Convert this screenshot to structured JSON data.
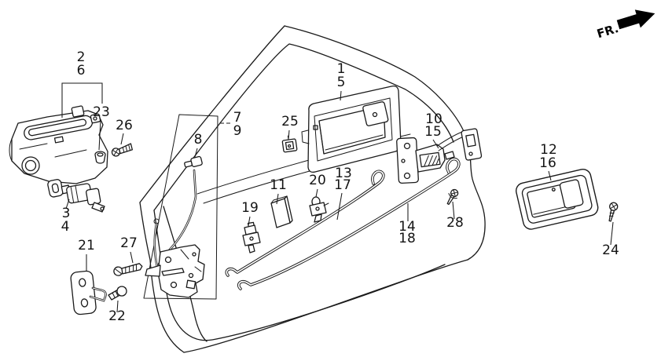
{
  "diagram": {
    "kind": "exploded-parts-line-diagram",
    "background_color": "#ffffff",
    "line_color": "#1a1a1a",
    "direction_indicator": {
      "label": "FR.",
      "arrow_icon": "arrow-up-right"
    },
    "callouts": [
      {
        "text": "1"
      },
      {
        "text": "5"
      },
      {
        "text": "2"
      },
      {
        "text": "6"
      },
      {
        "text": "23"
      },
      {
        "text": "26"
      },
      {
        "text": "8"
      },
      {
        "text": "7"
      },
      {
        "text": "9"
      },
      {
        "text": "25"
      },
      {
        "text": "10"
      },
      {
        "text": "15"
      },
      {
        "text": "12"
      },
      {
        "text": "16"
      },
      {
        "text": "13"
      },
      {
        "text": "17"
      },
      {
        "text": "11"
      },
      {
        "text": "20"
      },
      {
        "text": "19"
      },
      {
        "text": "14"
      },
      {
        "text": "18"
      },
      {
        "text": "28"
      },
      {
        "text": "24"
      },
      {
        "text": "3"
      },
      {
        "text": "4"
      },
      {
        "text": "21"
      },
      {
        "text": "27"
      },
      {
        "text": "22"
      }
    ]
  }
}
